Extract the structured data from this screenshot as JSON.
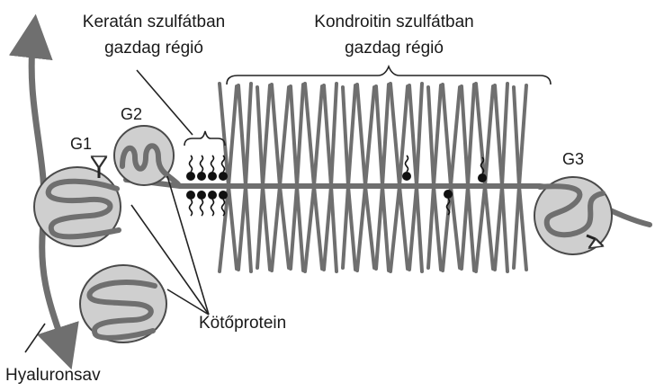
{
  "labels": {
    "keratan_line1": "Keratán szulfátban",
    "keratan_line2": "gazdag régió",
    "kondroitin_line1": "Kondroitin szulfátban",
    "kondroitin_line2": "gazdag régió",
    "g1": "G1",
    "g2": "G2",
    "g3": "G3",
    "kotoprotein": "Kötőprotein",
    "hyaluronsav": "Hyaluronsav"
  },
  "colors": {
    "strand": "#6f6f6f",
    "globule_fill": "#cfcfcf",
    "globule_stroke": "#4a4a4a",
    "chain": "#555555",
    "dot": "#111111"
  }
}
